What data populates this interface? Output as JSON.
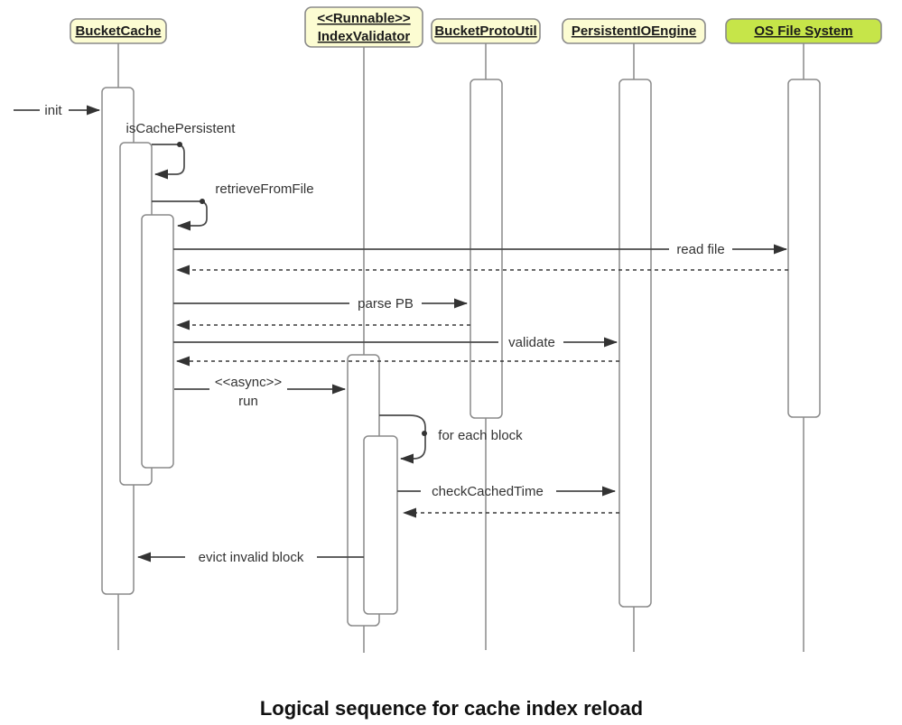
{
  "diagram_type": "uml-sequence-diagram",
  "caption": "Logical sequence for cache index reload",
  "colors": {
    "participant_fill": "#fcfcd2",
    "highlight_fill": "#c6e549",
    "participant_border": "#8a8a8a",
    "activation_fill": "#ffffff",
    "line": "#4a4a4a",
    "arrow": "#333333",
    "text": "#333333"
  },
  "participants": [
    {
      "label": "BucketCache",
      "highlight": false
    },
    {
      "stereotype": "<<Runnable>>",
      "label": "IndexValidator",
      "highlight": false
    },
    {
      "label": "BucketProtoUtil",
      "highlight": false
    },
    {
      "label": "PersistentIOEngine",
      "highlight": false
    },
    {
      "label": "OS File System",
      "highlight": true
    }
  ],
  "messages": [
    {
      "label": "init",
      "type": "found",
      "to": "BucketCache"
    },
    {
      "label": "isCachePersistent",
      "type": "self",
      "on": "BucketCache"
    },
    {
      "label": "retrieveFromFile",
      "type": "self",
      "on": "BucketCache"
    },
    {
      "label": "read file",
      "type": "sync",
      "from": "BucketCache",
      "to": "OS File System"
    },
    {
      "label": "",
      "type": "return",
      "from": "OS File System",
      "to": "BucketCache"
    },
    {
      "label": "parse PB",
      "type": "sync",
      "from": "BucketCache",
      "to": "BucketProtoUtil"
    },
    {
      "label": "",
      "type": "return",
      "from": "BucketProtoUtil",
      "to": "BucketCache"
    },
    {
      "label": "validate",
      "type": "sync",
      "from": "BucketCache",
      "to": "PersistentIOEngine"
    },
    {
      "label": "",
      "type": "return",
      "from": "PersistentIOEngine",
      "to": "BucketCache"
    },
    {
      "stereotype": "<<async>>",
      "label": "run",
      "type": "async",
      "from": "BucketCache",
      "to": "IndexValidator"
    },
    {
      "label": "for each block",
      "type": "self",
      "on": "IndexValidator"
    },
    {
      "label": "checkCachedTime",
      "type": "sync",
      "from": "IndexValidator",
      "to": "PersistentIOEngine"
    },
    {
      "label": "",
      "type": "return",
      "from": "PersistentIOEngine",
      "to": "IndexValidator"
    },
    {
      "label": "evict invalid block",
      "type": "sync",
      "from": "IndexValidator",
      "to": "BucketCache"
    }
  ]
}
